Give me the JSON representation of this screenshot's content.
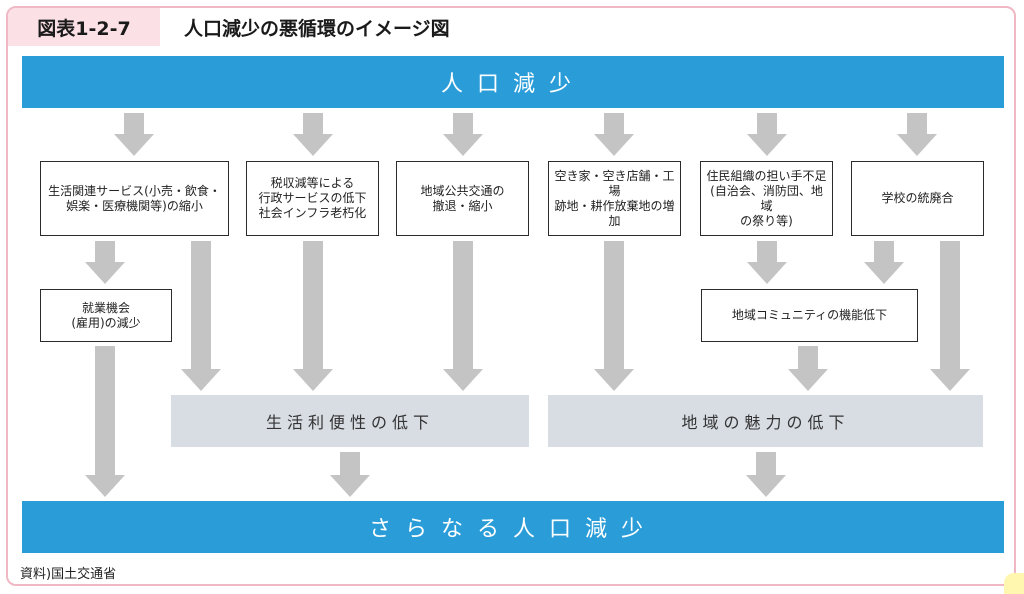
{
  "figure": {
    "label": "図表1-2-7",
    "title": "人口減少の悪循環のイメージ図"
  },
  "top_band": "人口減少",
  "bottom_band": "さらなる人口減少",
  "boxes": {
    "living_services": "生活関連サービス(小売・飲食・\n娯楽・医療機関等)の縮小",
    "tax_decline": "税収減等による\n行政サービスの低下\n社会インフラ老朽化",
    "public_transport": "地域公共交通の\n撤退・縮小",
    "vacant_land": "空き家・空き店舗・工場\n跡地・耕作放棄地の増\n加",
    "residents_org": "住民組織の担い手不足\n(自治会、消防団、地域\nの祭り等)",
    "school_merge": "学校の統廃合",
    "employment": "就業機会\n(雇用)の減少",
    "community": "地域コミュニティの機能低下"
  },
  "results": {
    "convenience": "生活利便性の低下",
    "attractiveness": "地域の魅力の低下"
  },
  "source": "資料)国土交通省",
  "colors": {
    "band": "#2a9dd8",
    "gray_box": "#d8dde4",
    "arrow": "#c4c4c4",
    "frame": "#f0b8c5"
  }
}
